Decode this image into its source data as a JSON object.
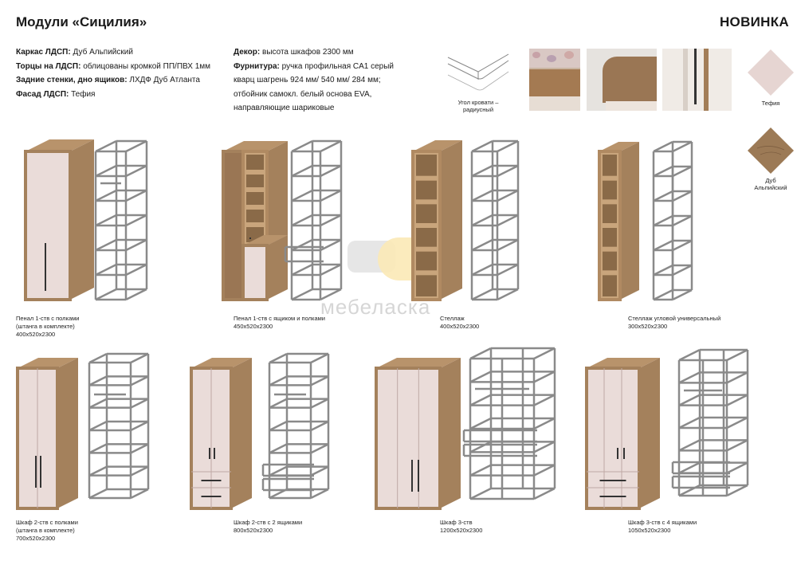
{
  "title": "Модули «Сицилия»",
  "badge": "НОВИНКА",
  "specs_left": [
    {
      "label": "Каркас ЛДСП:",
      "value": " Дуб Альпийский"
    },
    {
      "label": "Торцы на ЛДСП:",
      "value": " облицованы кромкой ПП/ПВХ 1мм"
    },
    {
      "label": "Задние стенки, дно ящиков:",
      "value": " ЛХДФ Дуб Атланта"
    },
    {
      "label": "Фасад ЛДСП:",
      "value": " Тефия"
    }
  ],
  "specs_right": [
    {
      "label": "Декор:",
      "value": " высота шкафов 2300 мм"
    },
    {
      "label": "Фурнитура:",
      "value": " ручка профильная CA1 серый"
    },
    {
      "label": "",
      "value": "кварц шагрень 924 мм/ 540 мм/ 284 мм;"
    },
    {
      "label": "",
      "value": "отбойник самокл. белый основа EVA,"
    },
    {
      "label": "",
      "value": "направляющие шариковые"
    }
  ],
  "corner_caption_1": "Угол кровати –",
  "corner_caption_2": "радиусный",
  "swatches": [
    {
      "name": "Тефия",
      "color": "#e6d5d2"
    },
    {
      "name_1": "Дуб",
      "name_2": "Альпийский",
      "color": "#9c7a56"
    }
  ],
  "watermark": "мебеласка",
  "products": [
    {
      "lines": [
        "Пенал 1-ств с полками",
        "(штанга в комплекте)",
        "400х520х2300"
      ]
    },
    {
      "lines": [
        "Пенал 1-ств с ящиком и полками",
        "450х520х2300"
      ]
    },
    {
      "lines": [
        "Стеллаж",
        "400х520х2300"
      ]
    },
    {
      "lines": [
        "Стеллаж угловой универсальный",
        "300х520х2300"
      ]
    },
    {
      "lines": [
        "Шкаф 2-ств с полками",
        "(штанга в комплекте)",
        "700х520х2300"
      ]
    },
    {
      "lines": [
        "Шкаф 2-ств с 2 ящиками",
        "800х520х2300"
      ]
    },
    {
      "lines": [
        "Шкаф 3-ств",
        "1200х520х2300"
      ]
    },
    {
      "lines": [
        "Шкаф 3-ств с 4 ящиками",
        "1050х520х2300"
      ]
    }
  ],
  "colors": {
    "oak": "#a4815c",
    "oak_dark": "#7a5c3e",
    "facade": "#eadcd9",
    "frame": "#8a8a8a"
  }
}
